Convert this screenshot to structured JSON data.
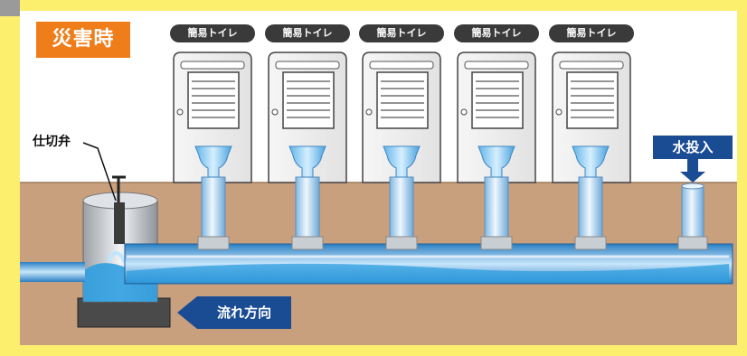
{
  "scene": {
    "badge": "災害時",
    "toilet_labels": [
      "簡易トイレ",
      "簡易トイレ",
      "簡易トイレ",
      "簡易トイレ",
      "簡易トイレ"
    ],
    "valve_label": "仕切弁",
    "water_input_label": "水投入",
    "flow_direction_label": "流れ方向"
  },
  "colors": {
    "frame": "#fcef6e",
    "sky": "#ffffff",
    "ground": "#c8a07e",
    "badge": "#ef7d1a",
    "label_dark": "#3a3a3a",
    "label_blue": "#1a4c93",
    "water": "#2f9fe0"
  }
}
